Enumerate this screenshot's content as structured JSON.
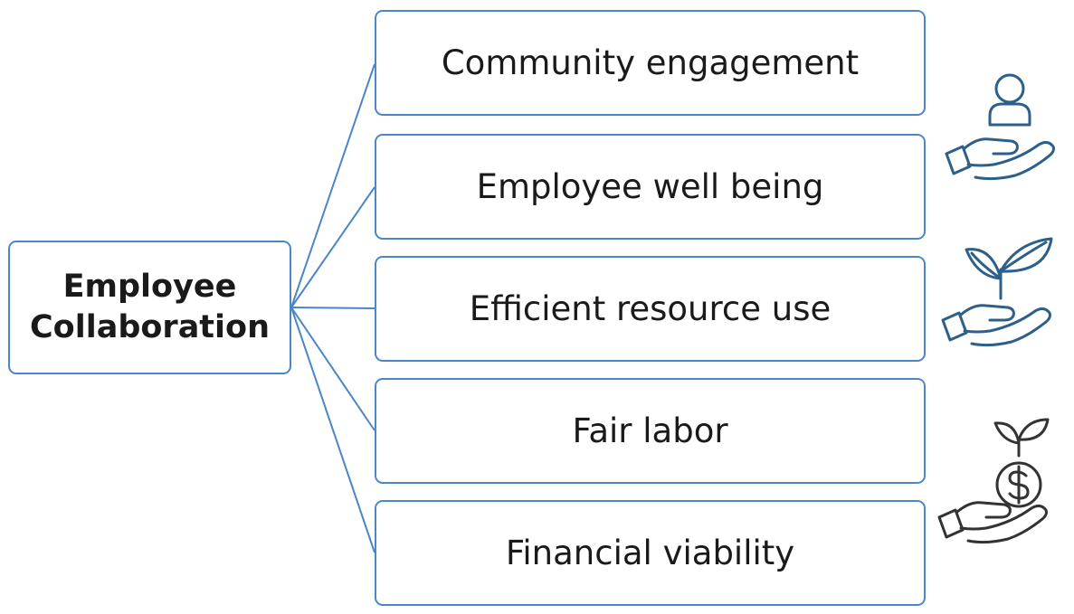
{
  "diagram": {
    "root": {
      "line1": "Employee",
      "line2": "Collaboration"
    },
    "branches": [
      {
        "label": "Community engagement"
      },
      {
        "label": "Employee well being"
      },
      {
        "label": "Efficient resource use"
      },
      {
        "label": "Fair labor"
      },
      {
        "label": "Financial viability"
      }
    ],
    "icons": [
      {
        "name": "hand-holding-person-icon",
        "color": "#2c5f8a"
      },
      {
        "name": "hand-holding-plant-icon",
        "color": "#2c5f8a"
      },
      {
        "name": "hand-holding-money-plant-icon",
        "color": "#333333"
      }
    ],
    "colors": {
      "connector": "#4a86c8",
      "box_border": "#4a86c8"
    }
  }
}
